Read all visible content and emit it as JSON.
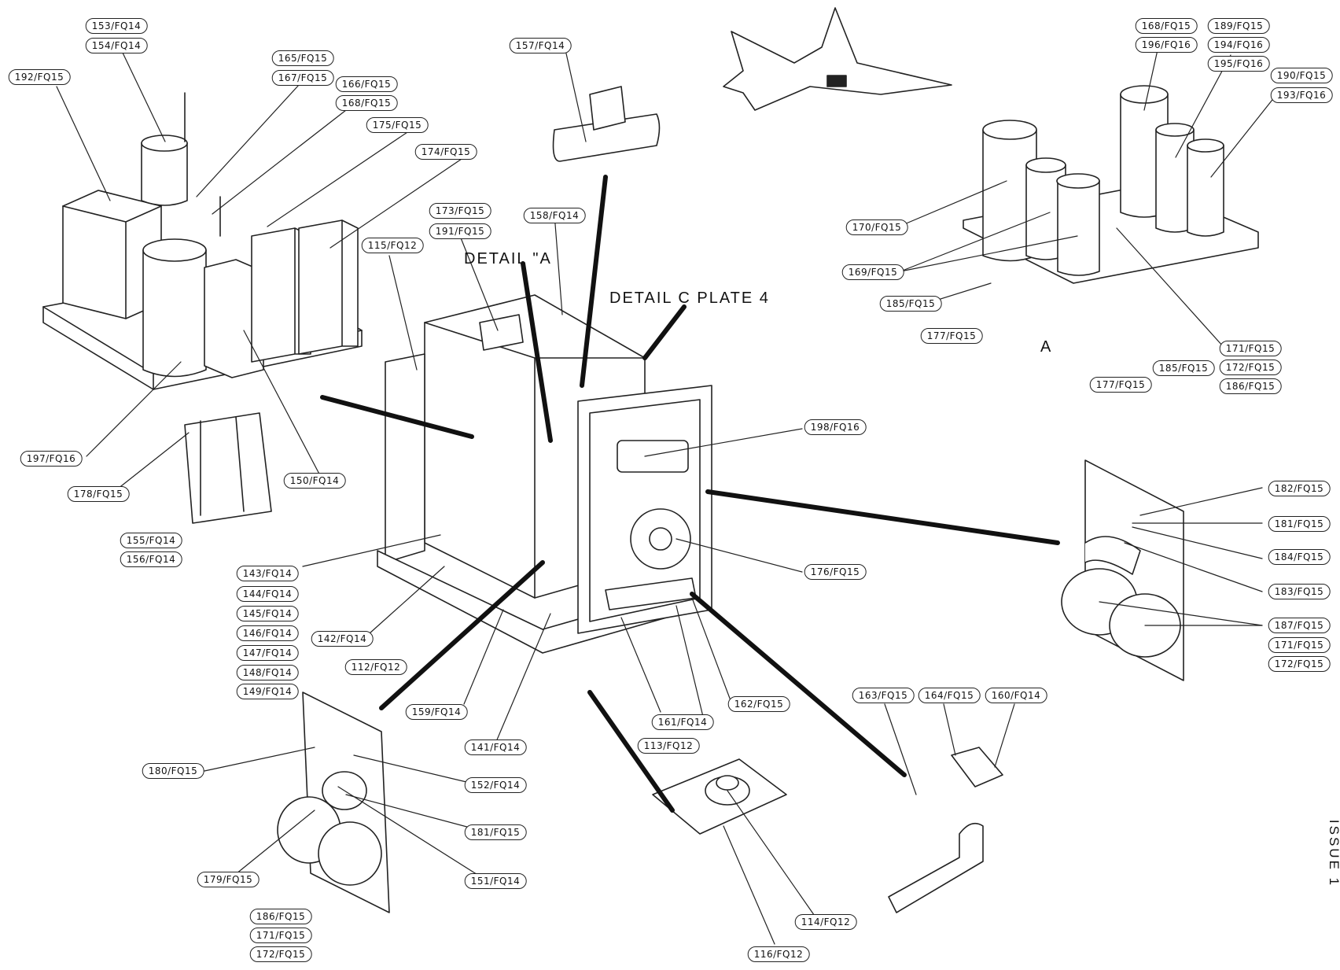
{
  "captions": {
    "detail_a": "DETAIL \"A",
    "detail_c": "DETAIL C PLATE 4",
    "view_a": "A",
    "issue": "ISSUE 1"
  },
  "labels": [
    "153/FQ14",
    "154/FQ14",
    "192/FQ15",
    "165/FQ15",
    "167/FQ15",
    "166/FQ15",
    "168/FQ15",
    "175/FQ15",
    "174/FQ15",
    "157/FQ14",
    "173/FQ15",
    "191/FQ15",
    "158/FQ14",
    "115/FQ12",
    "197/FQ16",
    "178/FQ15",
    "150/FQ14",
    "155/FQ14",
    "156/FQ14",
    "143/FQ14",
    "144/FQ14",
    "145/FQ14",
    "146/FQ14",
    "147/FQ14",
    "148/FQ14",
    "149/FQ14",
    "142/FQ14",
    "112/FQ12",
    "159/FQ14",
    "141/FQ14",
    "161/FQ14",
    "113/FQ12",
    "162/FQ15",
    "198/FQ16",
    "176/FQ15",
    "168/FQ15",
    "196/FQ16",
    "189/FQ15",
    "194/FQ16",
    "195/FQ16",
    "190/FQ15",
    "193/FQ16",
    "170/FQ15",
    "169/FQ15",
    "185/FQ15",
    "177/FQ15",
    "177/FQ15",
    "185/FQ15",
    "171/FQ15",
    "172/FQ15",
    "186/FQ15",
    "182/FQ15",
    "181/FQ15",
    "184/FQ15",
    "183/FQ15",
    "187/FQ15",
    "171/FQ15",
    "172/FQ15",
    "180/FQ15",
    "152/FQ14",
    "181/FQ15",
    "151/FQ14",
    "179/FQ15",
    "186/FQ15",
    "171/FQ15",
    "172/FQ15",
    "163/FQ15",
    "164/FQ15",
    "160/FQ14",
    "114/FQ12",
    "116/FQ12"
  ]
}
